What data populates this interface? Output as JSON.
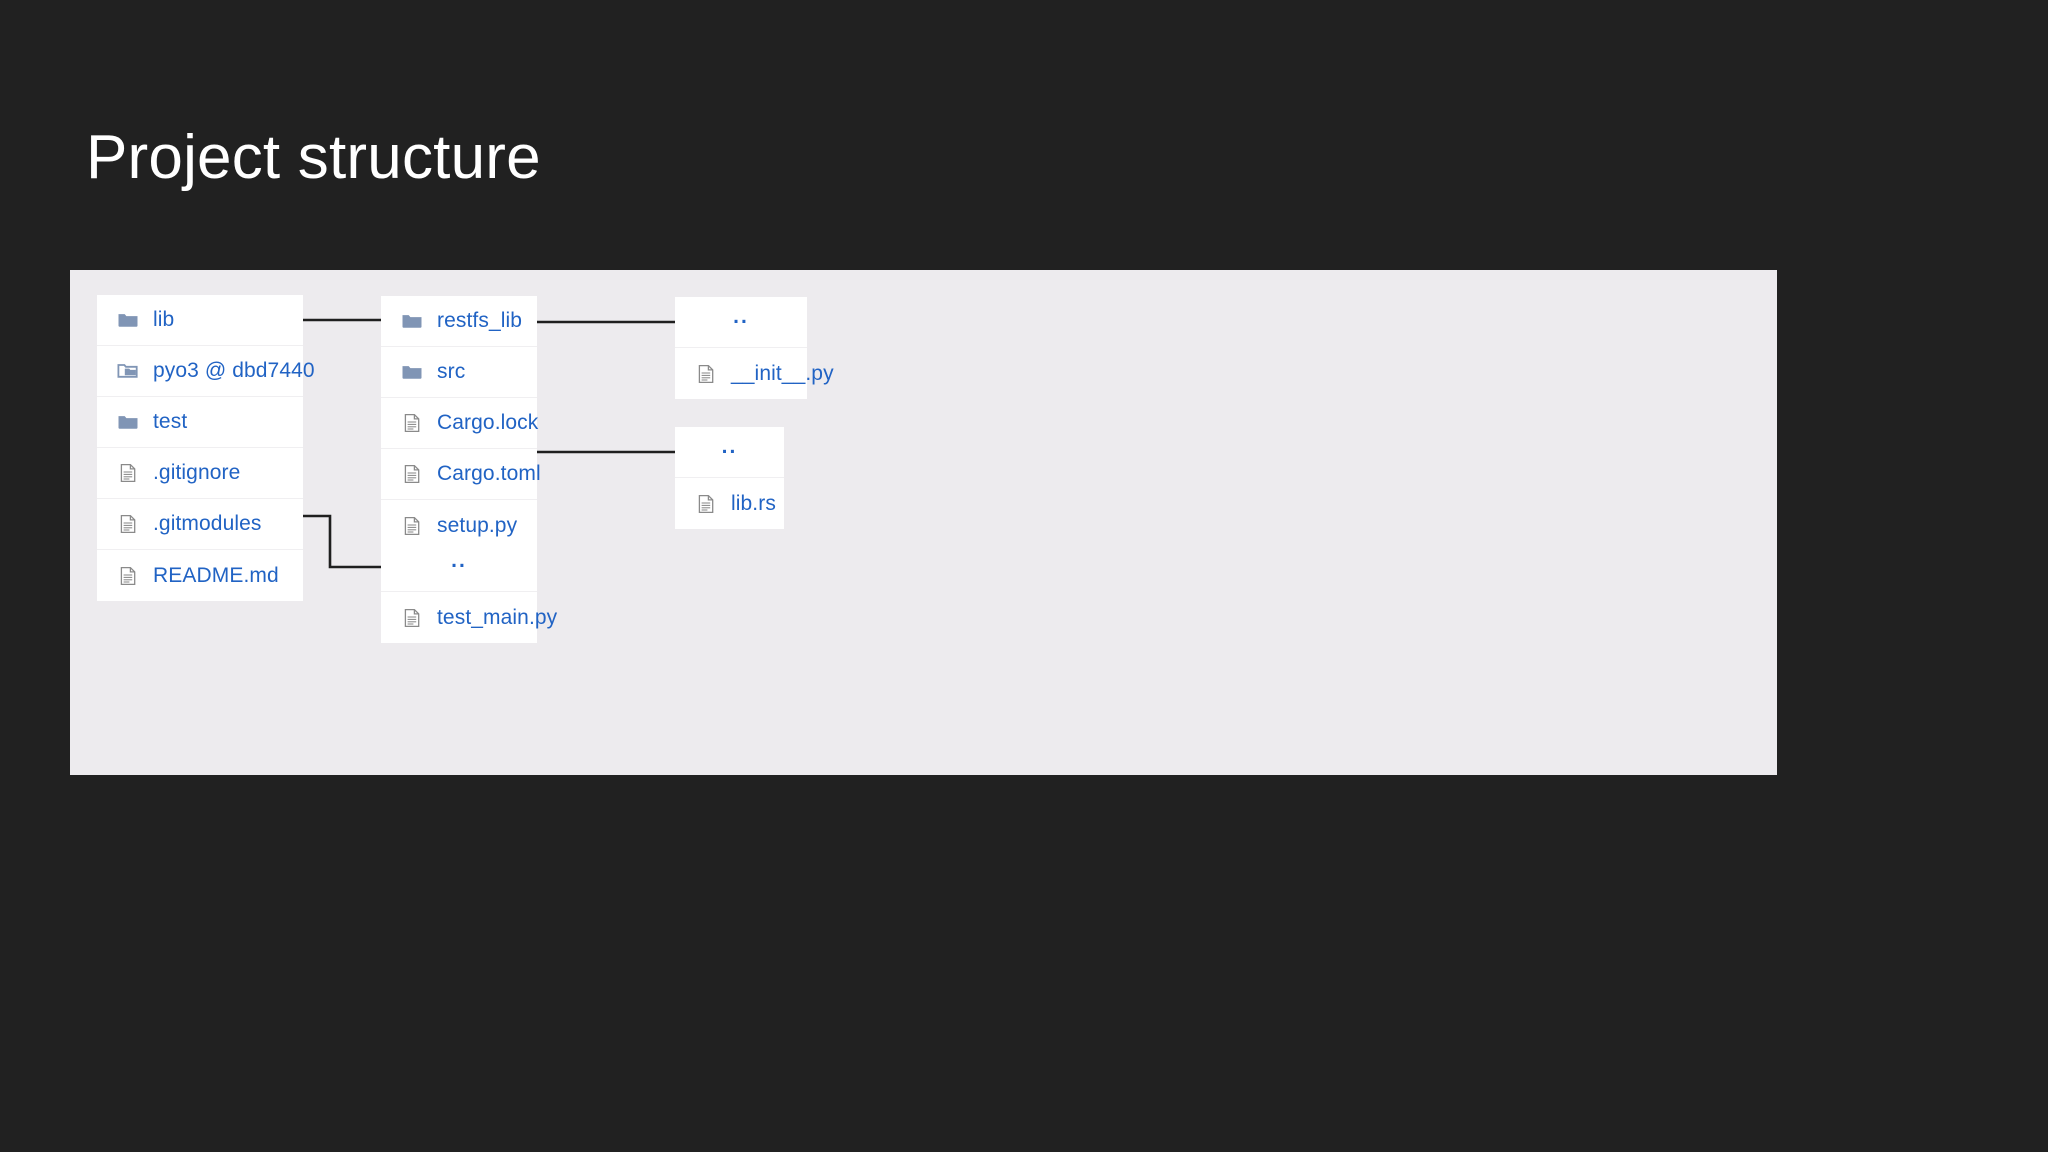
{
  "slide": {
    "title": "Project structure",
    "background_color": "#212121",
    "panel_color": "#edebee",
    "link_color": "#2163c4",
    "connector_color": "#1f1f1f"
  },
  "tree": {
    "groups": [
      {
        "id": "root",
        "rows": [
          {
            "label": "lib",
            "icon": "folder-icon"
          },
          {
            "label": "pyo3 @ dbd7440",
            "icon": "submodule-folder-icon"
          },
          {
            "label": "test",
            "icon": "folder-icon"
          },
          {
            "label": ".gitignore",
            "icon": "file-icon"
          },
          {
            "label": ".gitmodules",
            "icon": "file-icon"
          },
          {
            "label": "README.md",
            "icon": "file-icon"
          }
        ]
      },
      {
        "id": "lib",
        "rows": [
          {
            "label": "restfs_lib",
            "icon": "folder-icon"
          },
          {
            "label": "src",
            "icon": "folder-icon"
          },
          {
            "label": "Cargo.lock",
            "icon": "file-icon"
          },
          {
            "label": "Cargo.toml",
            "icon": "file-icon"
          },
          {
            "label": "setup.py",
            "icon": "file-icon"
          }
        ]
      },
      {
        "id": "restfs_lib",
        "rows": [
          {
            "label": "..",
            "icon": "parent-dir-icon"
          },
          {
            "label": "__init__.py",
            "icon": "file-icon"
          }
        ]
      },
      {
        "id": "src",
        "rows": [
          {
            "label": "..",
            "icon": "parent-dir-icon"
          },
          {
            "label": "lib.rs",
            "icon": "file-icon"
          }
        ]
      },
      {
        "id": "test",
        "rows": [
          {
            "label": "..",
            "icon": "parent-dir-icon"
          },
          {
            "label": "test_main.py",
            "icon": "file-icon"
          }
        ]
      }
    ]
  }
}
